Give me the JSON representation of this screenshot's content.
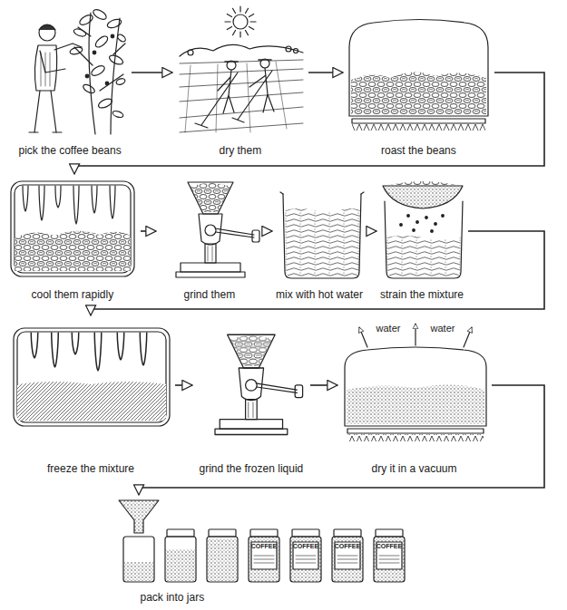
{
  "diagram": {
    "nodes": [
      {
        "text": [
          "pick the coffee beans"
        ]
      },
      {
        "text": [
          "dry them"
        ]
      },
      {
        "text": [
          "roast the beans"
        ]
      },
      {
        "text": [
          "cool them rapidly"
        ]
      },
      {
        "text": [
          "grind them"
        ]
      },
      {
        "text": [
          "mix with hot water"
        ]
      },
      {
        "text": [
          "strain the mixture"
        ]
      },
      {
        "text": [
          "freeze the mixture"
        ]
      },
      {
        "text": [
          "grind the frozen liquid"
        ]
      },
      {
        "text": [
          "dry it in a vacuum"
        ]
      },
      {
        "text": [
          "pack into jars"
        ]
      }
    ],
    "edges": [
      {
        "from": 0,
        "to": 1,
        "arrow": "to"
      },
      {
        "from": 1,
        "to": 2,
        "arrow": "to"
      },
      {
        "from": 2,
        "to": 3,
        "arrow": "to"
      },
      {
        "from": 3,
        "to": 4,
        "arrow": "to"
      },
      {
        "from": 4,
        "to": 5,
        "arrow": "to"
      },
      {
        "from": 5,
        "to": 6,
        "arrow": "to"
      },
      {
        "from": 6,
        "to": 7,
        "arrow": "to"
      },
      {
        "from": 7,
        "to": 8,
        "arrow": "to"
      },
      {
        "from": 8,
        "to": 9,
        "arrow": "to"
      },
      {
        "from": 9,
        "to": 10,
        "arrow": "to"
      }
    ],
    "labels": [
      "water",
      "water",
      "COFFEE",
      "COFFEE",
      "COFFEE",
      "COFFEE"
    ]
  }
}
